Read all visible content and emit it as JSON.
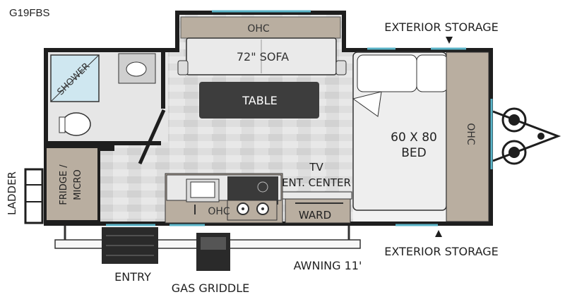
{
  "model": "G19FBS",
  "rooms": {
    "ohc_top": "OHC",
    "sofa": "72\" SOFA",
    "table": "TABLE",
    "shower": "SHOWER",
    "fridge_line1": "FRIDGE /",
    "fridge_line2": "MICRO",
    "tv_line1": "TV",
    "tv_line2": "ENT. CENTER",
    "ohc_kitchen": "OHC",
    "ward": "WARD",
    "bed_line1": "60 X 80",
    "bed_line2": "BED",
    "ohc_side": "OHC"
  },
  "exterior": {
    "ladder": "LADDER",
    "entry": "ENTRY",
    "gas_griddle": "GAS GRIDDLE",
    "awning": "AWNING 11'",
    "storage_top": "EXTERIOR STORAGE",
    "storage_bottom": "EXTERIOR STORAGE"
  },
  "colors": {
    "wall": "#1e1e1e",
    "floor": "#d9d9d9",
    "cabinet": "#b9aea0",
    "counter": "#4a4a4a",
    "accent": "#5ab4c8"
  }
}
